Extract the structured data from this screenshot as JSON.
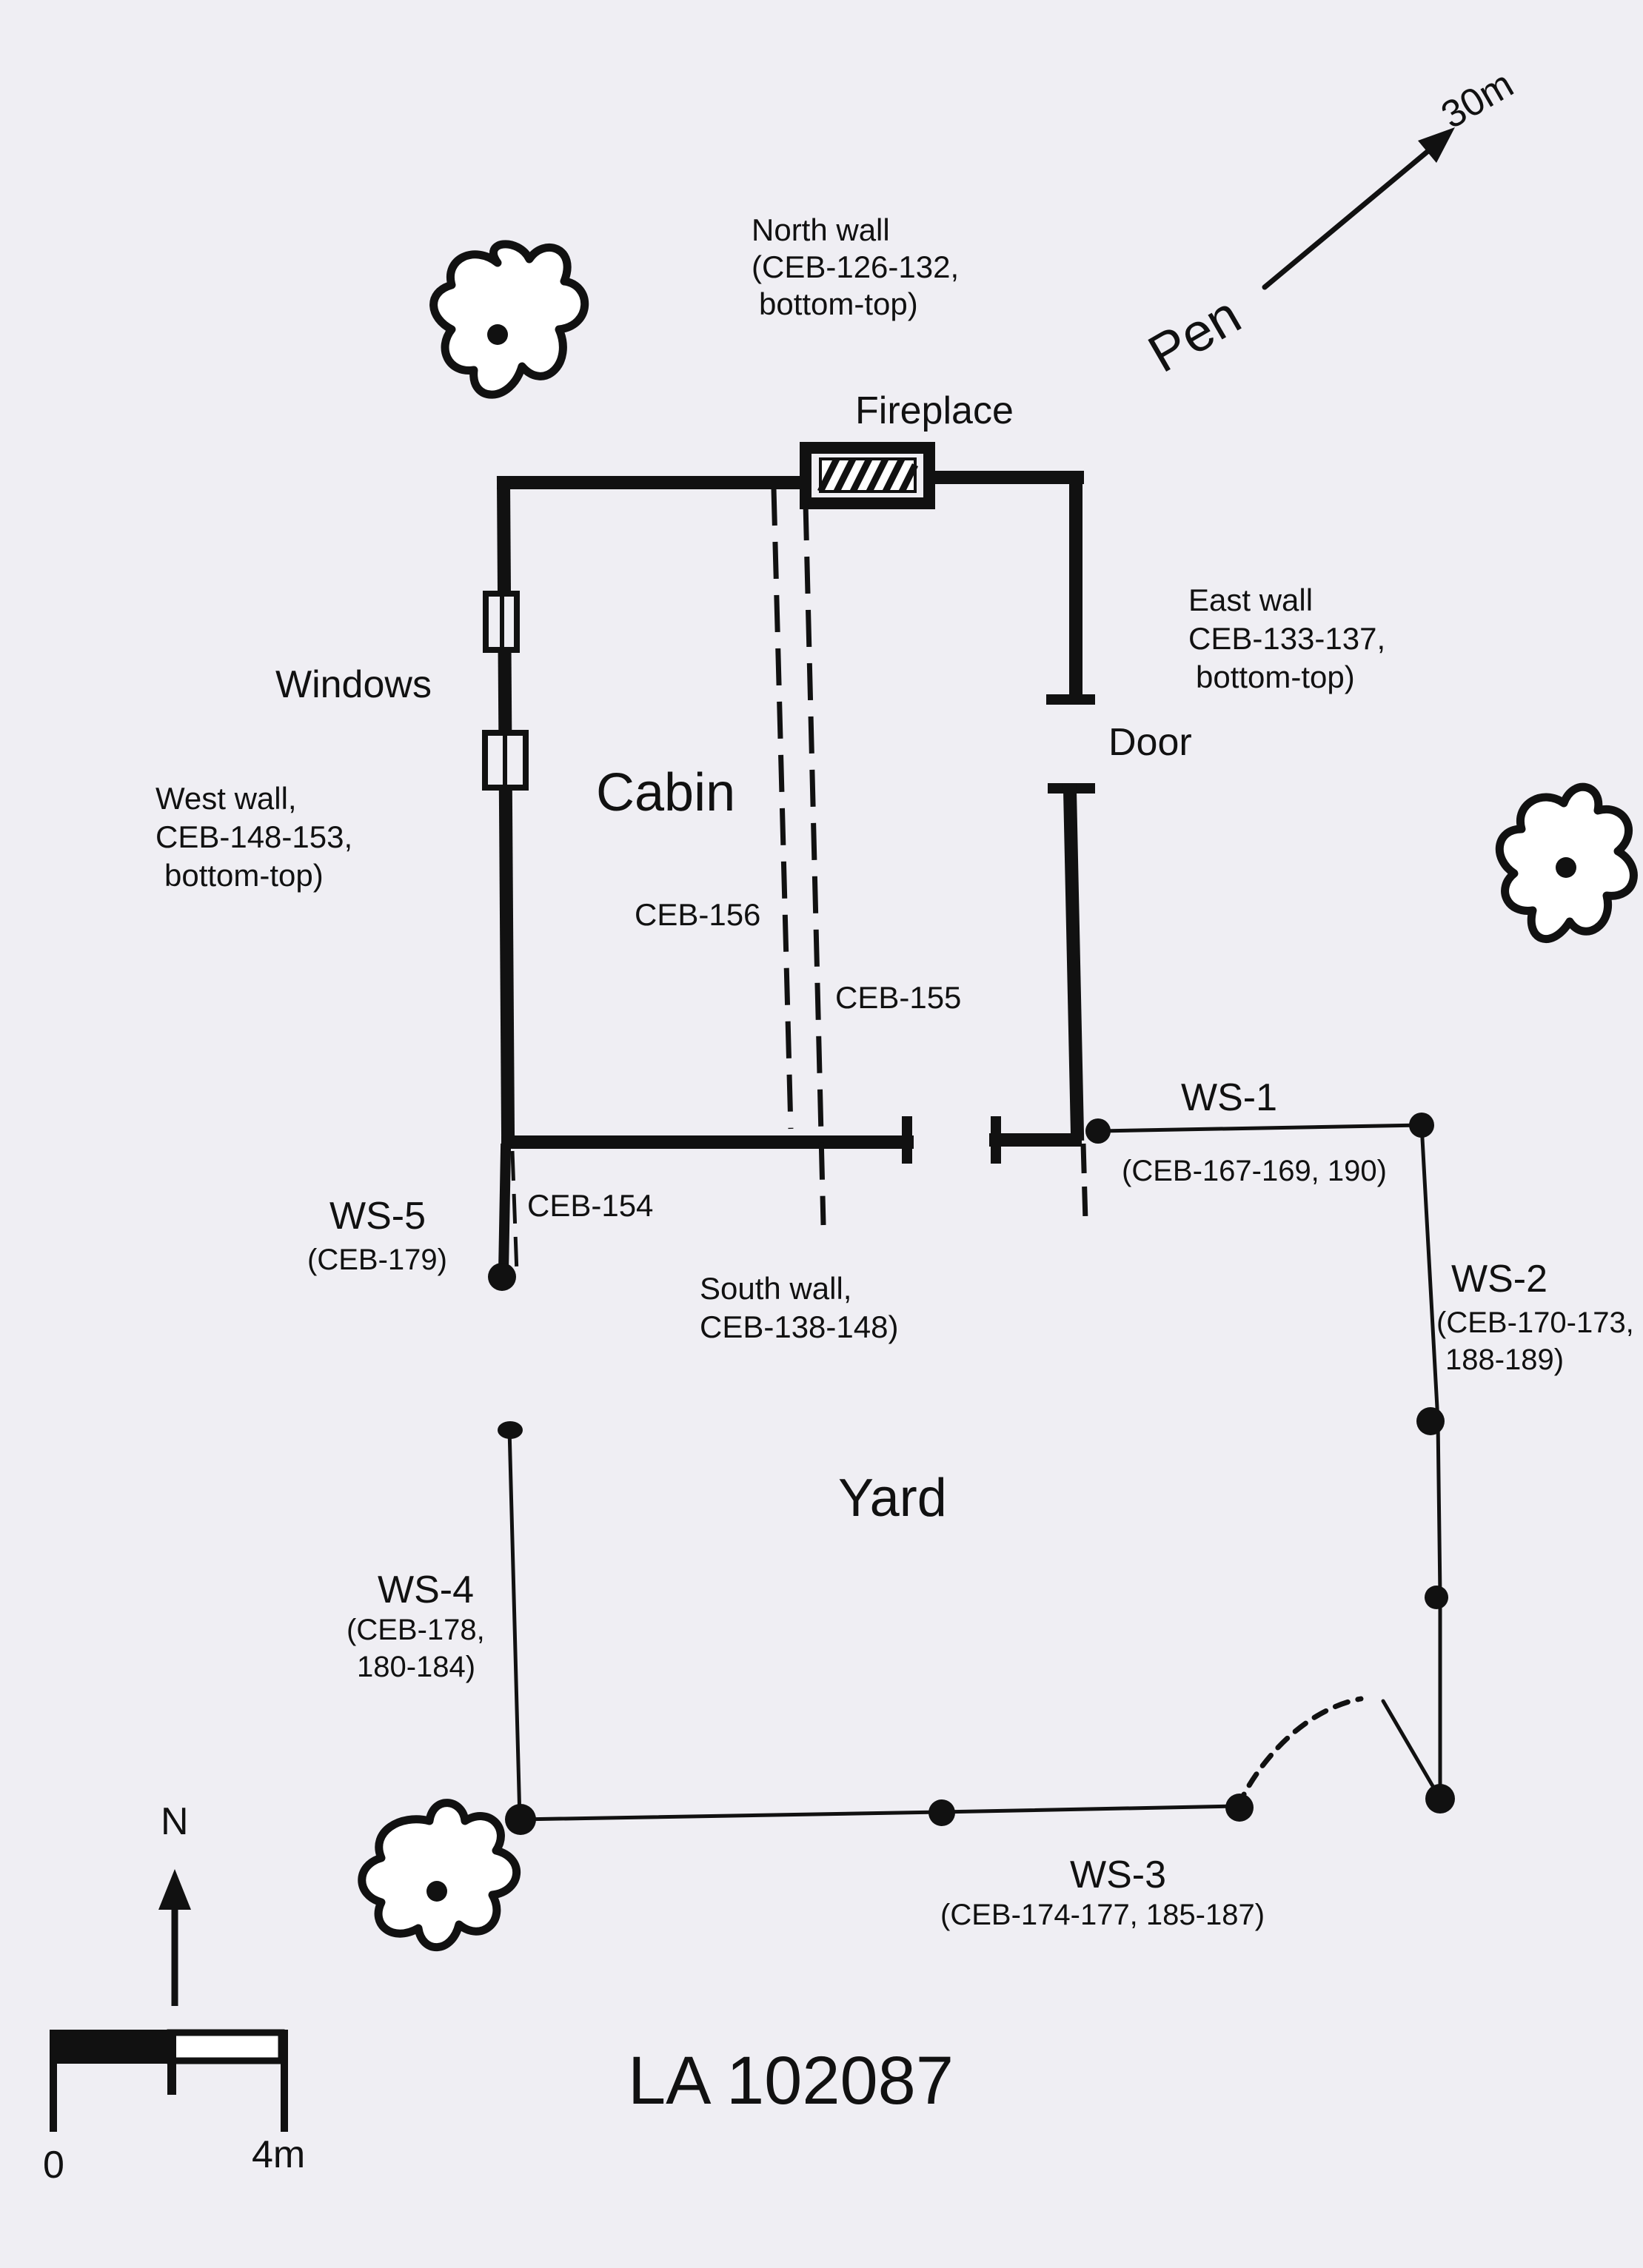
{
  "labels": {
    "north_wall": [
      "North wall",
      "(CEB-126-132,",
      "bottom-top)"
    ],
    "fireplace": "Fireplace",
    "pen": "Pen",
    "pen_distance": "30m",
    "east_wall": [
      "East wall",
      "CEB-133-137,",
      "bottom-top)"
    ],
    "door": "Door",
    "windows": "Windows",
    "cabin": "Cabin",
    "west_wall": [
      "West wall,",
      "CEB-148-153,",
      "bottom-top)"
    ],
    "ceb_156": "CEB-156",
    "ceb_155": "CEB-155",
    "ceb_154": "CEB-154",
    "ws1": [
      "WS-1",
      "(CEB-167-169, 190)"
    ],
    "ws2": [
      "WS-2",
      "(CEB-170-173,",
      "188-189)"
    ],
    "ws3": [
      "WS-3",
      "(CEB-174-177, 185-187)"
    ],
    "ws4": [
      "WS-4",
      "(CEB-178,",
      "180-184)"
    ],
    "ws5": [
      "WS-5",
      "(CEB-179)"
    ],
    "south_wall": [
      "South wall,",
      "CEB-138-148)"
    ],
    "yard": "Yard",
    "north_arrow": "N",
    "scale_start": "0",
    "scale_end": "4m",
    "site_id": "LA 102087"
  },
  "colors": {
    "ink": "#111111",
    "background": "#efeef3",
    "tree_fill": "#ffffff"
  }
}
